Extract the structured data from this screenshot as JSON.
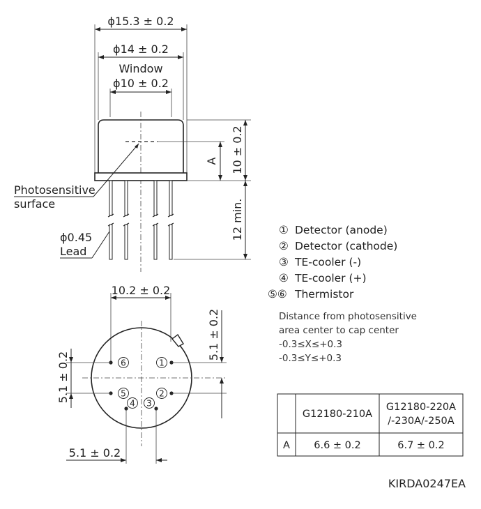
{
  "dimensions": {
    "outer_diameter": "ϕ15.3 ± 0.2",
    "cap_diameter": "ϕ14 ± 0.2",
    "window_label": "Window",
    "window_diameter": "ϕ10 ± 0.2",
    "height": "10 ± 0.2",
    "a_label": "A",
    "lead_length": "12 min.",
    "lead_diameter": "ϕ0.45",
    "lead_label": "Lead",
    "photosensitive_label_1": "Photosensitive",
    "photosensitive_label_2": "surface",
    "bottom_width": "10.2 ± 0.2",
    "right_vertical": "5.1 ± 0.2",
    "left_vertical": "5.1 ± 0.2",
    "bottom_horizontal": "5.1 ± 0.2"
  },
  "pins": {
    "p1": "1",
    "p2": "2",
    "p3": "3",
    "p4": "4",
    "p5": "5",
    "p6": "6"
  },
  "legend": [
    {
      "marker": "①",
      "text": "Detector (anode)"
    },
    {
      "marker": "②",
      "text": "Detector (cathode)"
    },
    {
      "marker": "③",
      "text": "TE-cooler (-)"
    },
    {
      "marker": "④",
      "text": "TE-cooler (+)"
    },
    {
      "marker": "⑤⑥",
      "text": "Thermistor"
    }
  ],
  "note": {
    "line1": "Distance from photosensitive",
    "line2": "area center to cap center",
    "line3": "-0.3≤X≤+0.3",
    "line4": "-0.3≤Y≤+0.3"
  },
  "table": {
    "col1": "G12180-210A",
    "col2_line1": "G12180-220A",
    "col2_line2": "/-230A/-250A",
    "row_label": "A",
    "val1": "6.6 ± 0.2",
    "val2": "6.7 ± 0.2"
  },
  "doc_id": "KIRDA0247EA"
}
